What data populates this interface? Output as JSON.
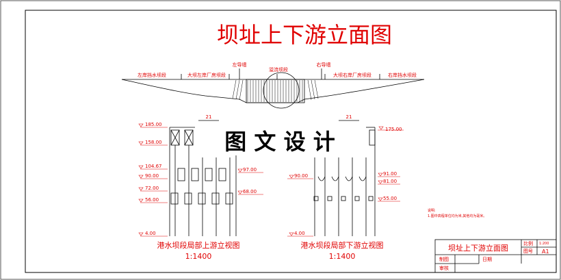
{
  "title": "坝址上下游立面图",
  "watermark": "图 文 设 计",
  "cross_section": {
    "left_bank_segment": "左岸挡水坝段",
    "left_powerhouse_segment": "大坝左岸厂房坝段",
    "left_guide_wall": "左导墙",
    "spillway_segment": "溢流坝段",
    "right_guide_wall": "右导墙",
    "right_powerhouse_segment": "大坝右岸厂房坝段",
    "right_bank_segment": "右岸挡水坝段"
  },
  "upstream_view": {
    "dimension": "21",
    "levels_left": [
      "185.00",
      "158.00",
      "104.67",
      "90.00",
      "72.00",
      "56.00",
      "4.00"
    ],
    "levels_right": [
      "97.00",
      "68.00"
    ],
    "caption": "港水坝段局部上游立视图",
    "scale": "1:1400"
  },
  "downstream_view": {
    "dimension": "21",
    "level_top_right": "175.00",
    "level_left": "90.00",
    "levels_right": [
      "91.00",
      "81.00",
      "55.00"
    ],
    "level_bottom": "4.00",
    "caption": "港水坝段局部下游立视图",
    "scale": "1:1400"
  },
  "notes": {
    "heading": "说明:",
    "line1": "1.图中高程单位均为米,其他均为毫米。"
  },
  "title_block": {
    "drawing_name": "坝址上下游立面图",
    "scale_label": "比例",
    "scale_value": "1:200",
    "sheet_label": "图号",
    "sheet_value": "A1",
    "drawn_label": "制图",
    "date_label": "日期",
    "checked_label": "审核"
  }
}
